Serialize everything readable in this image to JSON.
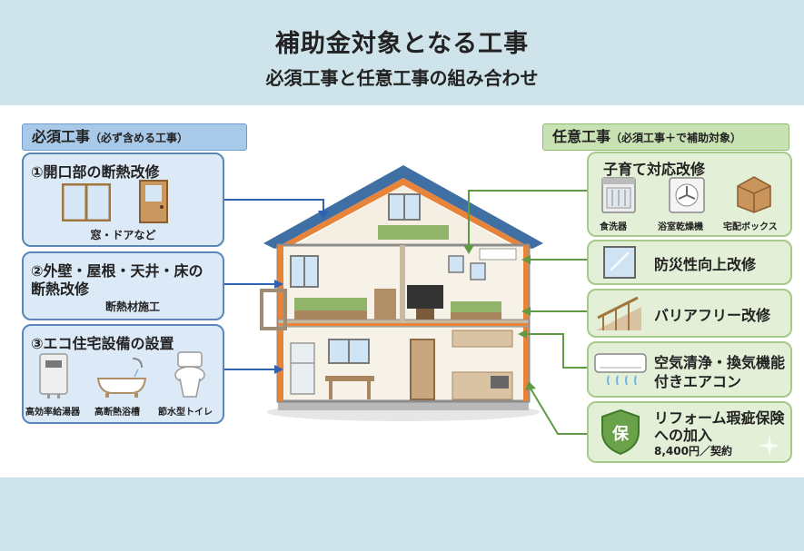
{
  "header": {
    "title": "補助金対象となる工事",
    "subtitle": "必須工事と任意工事の組み合わせ"
  },
  "mandatory": {
    "heading": "必須工事",
    "heading_note": "（必ず含める工事）",
    "items": [
      {
        "title": "①開口部の断熱改修",
        "caption": "窓・ドアなど"
      },
      {
        "title_line1": "②外壁・屋根・天井・床の",
        "title_line2": "断熱改修",
        "caption": "断熱材施工"
      },
      {
        "title": "③エコ住宅設備の設置",
        "labels": [
          "高効率給湯器",
          "高断熱浴槽",
          "節水型トイレ"
        ]
      }
    ]
  },
  "optional": {
    "heading": "任意工事",
    "heading_note": "（必須工事＋で補助対象）",
    "items": [
      {
        "title": "子育て対応改修",
        "labels": [
          "食洗器",
          "浴室乾燥機",
          "宅配ボックス"
        ]
      },
      {
        "title": "防災性向上改修"
      },
      {
        "title": "バリアフリー改修"
      },
      {
        "title_line1": "空気清浄・換気機能",
        "title_line2": "付きエアコン"
      },
      {
        "title_line1": "リフォーム瑕疵保険",
        "title_line2": "への加入",
        "price": "8,400円／契約",
        "badge": "保"
      }
    ]
  },
  "colors": {
    "mandatory_border": "#5b86b8",
    "mandatory_fill": "#dce9f6",
    "optional_border": "#a7c98a",
    "optional_fill": "#e3efd6",
    "connector_blue": "#2f62b1",
    "connector_green": "#5e9b43",
    "roof": "#3f6fa3",
    "insulation": "#e8833a"
  },
  "icons": [
    "window-icon",
    "door-icon",
    "water-heater-icon",
    "bathtub-icon",
    "toilet-icon",
    "dishwasher-icon",
    "bathroom-dryer-icon",
    "delivery-box-icon",
    "disaster-window-icon",
    "handrail-icon",
    "air-conditioner-icon",
    "insurance-shield-icon",
    "sparkle-icon"
  ]
}
